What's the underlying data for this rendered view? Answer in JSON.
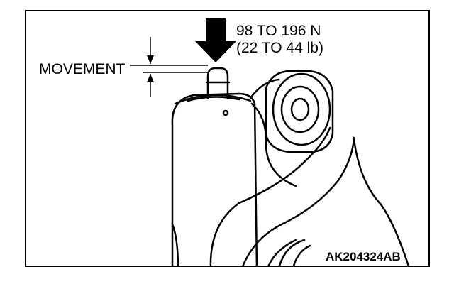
{
  "diagram": {
    "force_label": {
      "line1": "98 TO 196 N",
      "line2": "(22 TO 44 lb)"
    },
    "movement_label": "MOVEMENT",
    "figure_code": "AK204324AB"
  }
}
